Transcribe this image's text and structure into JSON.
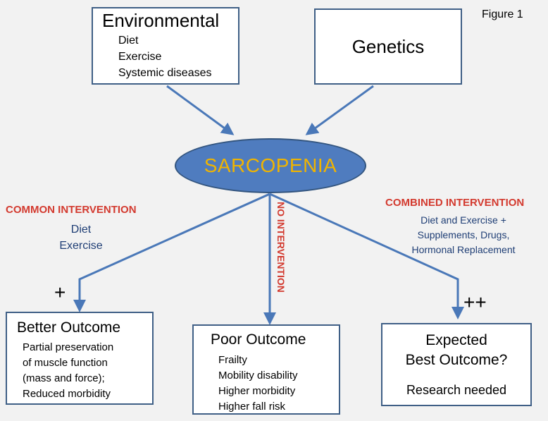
{
  "figure_label": "Figure 1",
  "colors": {
    "box_border": "#3f5f86",
    "arrow": "#4a78b8",
    "ellipse_fill": "#4f7cbf",
    "ellipse_text": "#f0b400",
    "intervention_heading": "#d33a2f",
    "intervention_items": "#1f3e75",
    "background": "#f2f2f2"
  },
  "inputs": {
    "environmental": {
      "title": "Environmental",
      "items": [
        "Diet",
        "Exercise",
        "Systemic diseases"
      ]
    },
    "genetics": {
      "title": "Genetics"
    }
  },
  "center": {
    "label": "SARCOPENIA"
  },
  "interventions": {
    "common": {
      "heading": "COMMON INTERVENTION",
      "items": [
        "Diet",
        "Exercise"
      ]
    },
    "none": {
      "heading": "NO INTERVENTION"
    },
    "combined": {
      "heading": "COMBINED INTERVENTION",
      "items": [
        "Diet and Exercise +",
        "Supplements, Drugs,",
        "Hormonal Replacement"
      ]
    }
  },
  "signs": {
    "plus": "+",
    "double_plus": "++"
  },
  "outcomes": {
    "better": {
      "title": "Better Outcome",
      "items": [
        "Partial preservation",
        "of muscle function",
        "(mass and force);",
        "Reduced morbidity"
      ]
    },
    "poor": {
      "title": "Poor Outcome",
      "items": [
        "Frailty",
        "Mobility disability",
        "Higher morbidity",
        "Higher fall risk"
      ]
    },
    "best": {
      "title_line1": "Expected",
      "title_line2": "Best Outcome?",
      "note": "Research needed"
    }
  }
}
